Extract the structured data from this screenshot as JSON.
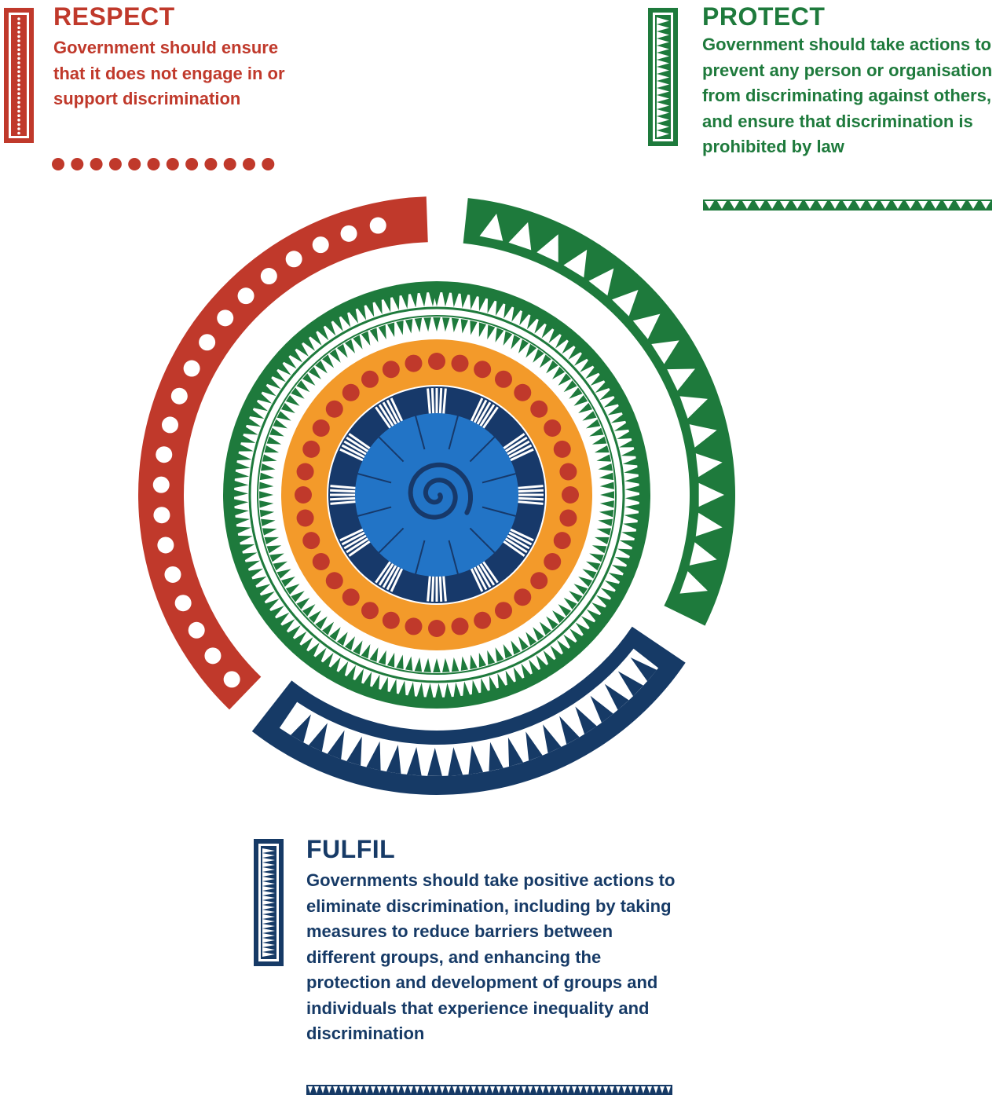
{
  "colors": {
    "respect": "#c0392b",
    "protect": "#1e7a3c",
    "fulfil": "#163a66",
    "orange": "#f39a2a",
    "blue": "#2274c6",
    "navy": "#17396a"
  },
  "respect": {
    "title": "RESPECT",
    "description": "Government should ensure that it does not engage in or support discrimination"
  },
  "protect": {
    "title": "PROTECT",
    "description": "Government should take actions to prevent any person or organisation from discriminating against others, and ensure that discrimination is prohibited by law"
  },
  "fulfil": {
    "title": "FULFIL",
    "description": "Governments should take positive actions to eliminate discrimination, including by taking measures to reduce barriers between different groups, and enhancing the protection and development of groups and individuals that experience inequality and discrimination"
  }
}
